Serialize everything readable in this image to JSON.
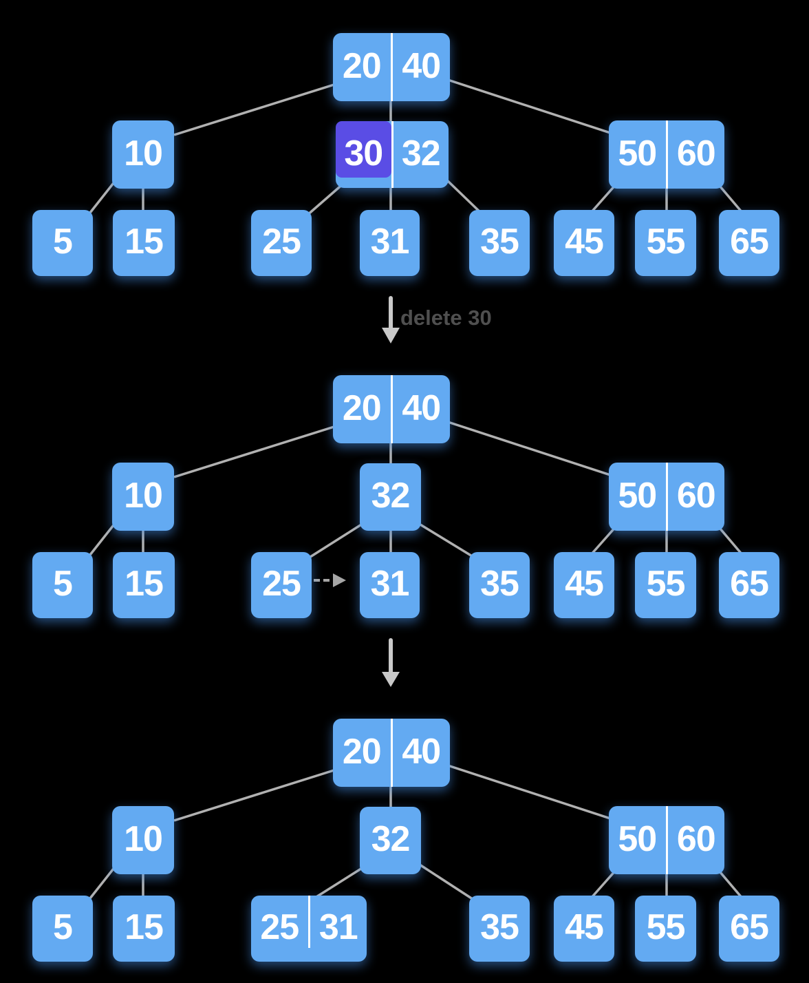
{
  "operation": {
    "label": "delete 30"
  },
  "colors": {
    "node_fill": "#63aaf2",
    "highlight_fill": "#5a4de5",
    "key_text": "#ffffff",
    "divider": "#ffffff",
    "connector_line": "#b1b1b1",
    "big_arrow": "#c9c9c9",
    "dashed_arrow": "#a6a6a6",
    "label_text": "#4f4f4f"
  },
  "stages": [
    {
      "root": [
        "20",
        "40"
      ],
      "childLeft": [
        "10"
      ],
      "childMid": [
        "30",
        "32"
      ],
      "childRight": [
        "50",
        "60"
      ],
      "highlightedKey": "30",
      "leafA": [
        "5"
      ],
      "leafB": [
        "15"
      ],
      "leafC": [
        "25"
      ],
      "leafD": [
        "31"
      ],
      "leafE": [
        "35"
      ],
      "leafF": [
        "45"
      ],
      "leafG": [
        "55"
      ],
      "leafH": [
        "65"
      ]
    },
    {
      "root": [
        "20",
        "40"
      ],
      "childLeft": [
        "10"
      ],
      "childMid": [
        "32"
      ],
      "childRight": [
        "50",
        "60"
      ],
      "leafA": [
        "5"
      ],
      "leafB": [
        "15"
      ],
      "leafC": [
        "25"
      ],
      "leafD": [
        "31"
      ],
      "leafE": [
        "35"
      ],
      "leafF": [
        "45"
      ],
      "leafG": [
        "55"
      ],
      "leafH": [
        "65"
      ]
    },
    {
      "root": [
        "20",
        "40"
      ],
      "childLeft": [
        "10"
      ],
      "childMid": [
        "32"
      ],
      "childRight": [
        "50",
        "60"
      ],
      "leafA": [
        "5"
      ],
      "leafB": [
        "15"
      ],
      "leafC": [
        "25",
        "31"
      ],
      "leafD": [
        "35"
      ],
      "leafE": [
        "45"
      ],
      "leafF": [
        "55"
      ],
      "leafG": [
        "65"
      ]
    }
  ]
}
